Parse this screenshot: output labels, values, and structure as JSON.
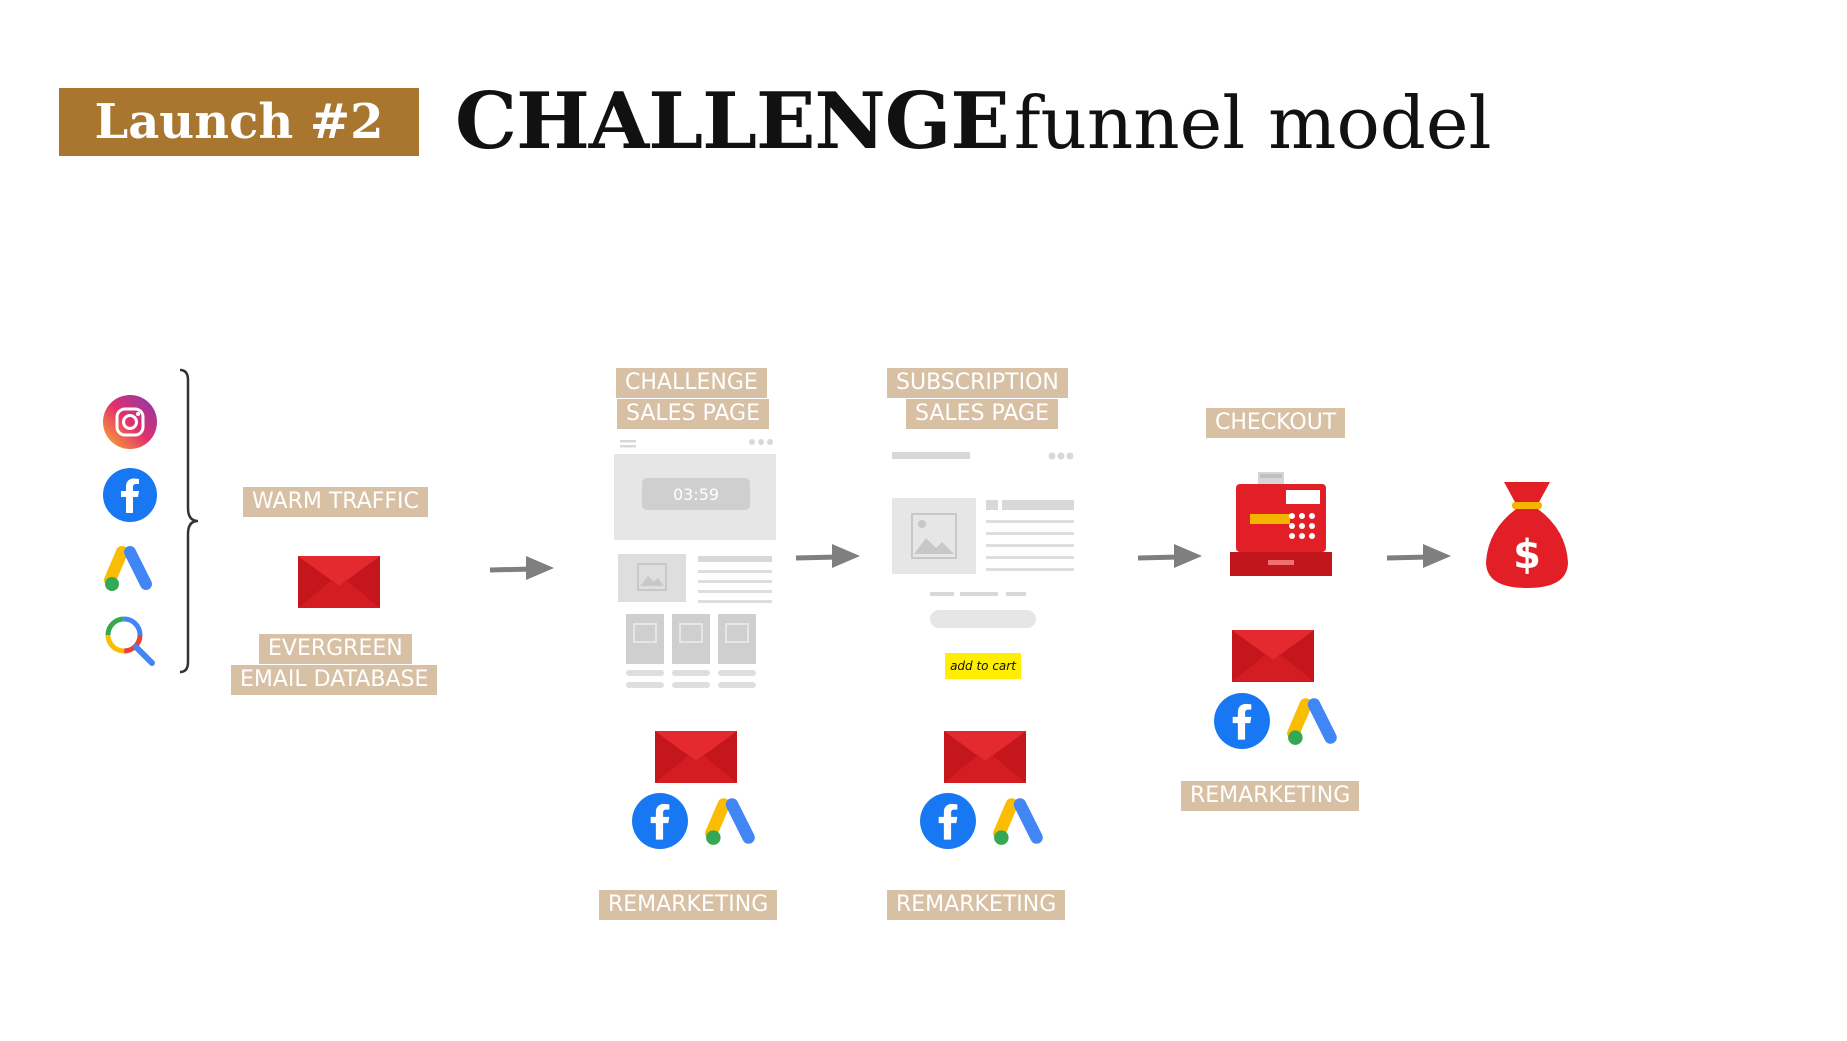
{
  "header": {
    "badge": "Launch #2",
    "title_strong": "CHALLENGE",
    "title_rest": "funnel model"
  },
  "sources": {
    "icons": [
      "instagram-icon",
      "facebook-icon",
      "google-ads-icon",
      "google-search-icon"
    ]
  },
  "warm_traffic": {
    "label": "WARM TRAFFIC",
    "email_label_line1": "EVERGREEN",
    "email_label_line2": "EMAIL DATABASE"
  },
  "challenge_page": {
    "label_line1": "CHALLENGE",
    "label_line2": "SALES PAGE",
    "timer": "03:59",
    "remarketing": "REMARKETING"
  },
  "subscription_page": {
    "label_line1": "SUBSCRIPTION",
    "label_line2": "SALES PAGE",
    "cta": "add to cart",
    "remarketing": "REMARKETING"
  },
  "checkout": {
    "label": "CHECKOUT",
    "remarketing": "REMARKETING"
  },
  "result": {
    "icon": "money-bag-icon"
  },
  "colors": {
    "badge": "#a8762f",
    "tag": "#d7c0a3",
    "envelope": "#d9191f",
    "facebook": "#1877f2",
    "arrow": "#7f7f7f",
    "cta": "#ffee00"
  }
}
